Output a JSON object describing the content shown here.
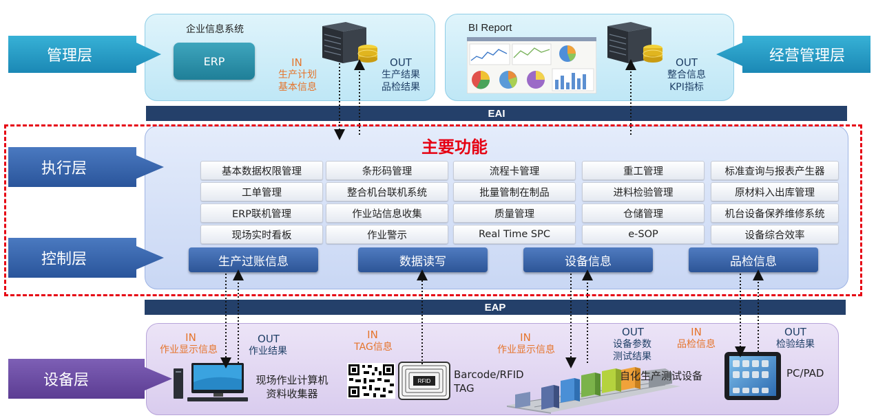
{
  "layers": {
    "management": "管理层",
    "business": "经营管理层",
    "execution": "执行层",
    "control": "控制层",
    "equipment": "设备层"
  },
  "top_left": {
    "title": "企业信息系统",
    "erp": "ERP",
    "in_label": "IN",
    "in_items": [
      "生产计划",
      "基本信息"
    ],
    "out_label": "OUT",
    "out_items": [
      "生产结果",
      "品检结果"
    ]
  },
  "top_right": {
    "title": "BI Report",
    "out_label": "OUT",
    "out_items": [
      "整合信息",
      "KPI指标"
    ]
  },
  "bus": {
    "eai": "EAI",
    "eap": "EAP"
  },
  "main": {
    "title": "主要功能",
    "functions": [
      [
        "基本数据权限管理",
        "工单管理",
        "ERP联机管理",
        "现场实时看板"
      ],
      [
        "条形码管理",
        "整合机台联机系统",
        "作业站信息收集",
        "作业警示"
      ],
      [
        "流程卡管理",
        "批量管制在制品",
        "质量管理",
        "Real Time SPC"
      ],
      [
        "重工管理",
        "进料检验管理",
        "仓储管理",
        "e-SOP"
      ],
      [
        "标准查询与报表产生器",
        "原材料入出库管理",
        "机台设备保养维修系统",
        "设备综合效率"
      ]
    ],
    "controls": [
      "生产过账信息",
      "数据读写",
      "设备信息",
      "品检信息"
    ]
  },
  "equipment": {
    "pc": {
      "in_label": "IN",
      "in_item": "作业显示信息",
      "out_label": "OUT",
      "out_item": "作业结果",
      "caption": [
        "现场作业计算机",
        "资料收集器"
      ]
    },
    "tag": {
      "in_label": "IN",
      "in_item": "TAG信息",
      "caption": [
        "Barcode/RFID",
        "TAG"
      ],
      "rfid": "RFID"
    },
    "line": {
      "in_label": "IN",
      "in_item": "作业显示信息",
      "out_label": "OUT",
      "out_items": [
        "设备参数",
        "测试结果"
      ],
      "caption": "自化生产测试设备"
    },
    "pad": {
      "in_label": "IN",
      "in_item": "品检信息",
      "out_label": "OUT",
      "out_item": "检验结果",
      "caption": "PC/PAD"
    }
  },
  "colors": {
    "accent_red": "#e60012",
    "orange": "#e5742b",
    "navy": "#24406a",
    "layer_blue": "#2f5fa3",
    "layer_cyan": "#1f9ec4",
    "layer_purple": "#6a4aa0"
  }
}
